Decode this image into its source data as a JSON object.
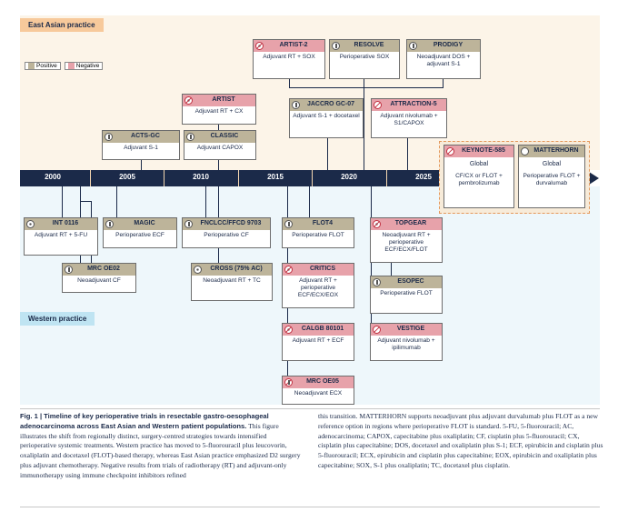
{
  "regions": {
    "east": "East Asian practice",
    "west": "Western practice"
  },
  "legend": {
    "positive": "Positive",
    "negative": "Negative"
  },
  "colors": {
    "positive": "#bdb49a",
    "negative": "#e7a2aa",
    "timeline": "#1b2a49",
    "global": "#f7ebd9"
  },
  "years": [
    "2000",
    "2005",
    "2010",
    "2015",
    "2020",
    "2025"
  ],
  "east_trials": {
    "artist2": {
      "title": "ARTIST-2",
      "body": "Adjuvant RT + SOX",
      "result": "negative",
      "icon": "radiation-icon"
    },
    "resolve": {
      "title": "RESOLVE",
      "body": "Perioperative SOX",
      "result": "positive",
      "icon": "chemo-icon"
    },
    "prodigy": {
      "title": "PRODIGY",
      "body": "Neoadjuvant DOS + adjuvant S-1",
      "result": "positive",
      "icon": "chemo-icon"
    },
    "artist": {
      "title": "ARTIST",
      "body": "Adjuvant RT + CX",
      "result": "negative",
      "icon": "radiation-icon"
    },
    "jaccro": {
      "title": "JACCRO GC-07",
      "body": "Adjuvant S-1 + docetaxel",
      "result": "positive",
      "icon": "chemo-icon"
    },
    "attraction5": {
      "title": "ATTRACTION-5",
      "body": "Adjuvant nivolumab + S1/CAPOX",
      "result": "negative",
      "icon": "immunotherapy-icon"
    },
    "actsgc": {
      "title": "ACTS-GC",
      "body": "Adjuvant S-1",
      "result": "positive",
      "icon": "chemo-icon"
    },
    "classic": {
      "title": "CLASSIC",
      "body": "Adjuvant CAPOX",
      "result": "positive",
      "icon": "chemo-icon"
    }
  },
  "global_trials": {
    "keynote585": {
      "title": "KEYNOTE-585",
      "line1": "Global",
      "line2": "CF/CX or FLOT + pembrolizumab",
      "result": "negative",
      "icon": "immunotherapy-icon"
    },
    "matterhorn": {
      "title": "MATTERHORN",
      "line1": "Global",
      "line2": "Perioperative FLOT + durvalumab",
      "result": "positive",
      "icon": "immunotherapy-icon"
    }
  },
  "west_trials": {
    "int0116": {
      "title": "INT 0116",
      "body": "Adjuvant RT + 5-FU",
      "result": "positive",
      "icon": "radiation-icon"
    },
    "magic": {
      "title": "MAGIC",
      "body": "Perioperative ECF",
      "result": "positive",
      "icon": "chemo-icon"
    },
    "fnclcc": {
      "title": "FNCLCC/FFCD 9703",
      "body": "Perioperative CF",
      "result": "positive",
      "icon": "chemo-icon"
    },
    "flot4": {
      "title": "FLOT4",
      "body": "Perioperative FLOT",
      "result": "positive",
      "icon": "chemo-icon"
    },
    "topgear": {
      "title": "TOPGEAR",
      "body": "Neoadjuvant RT + perioperative ECF/ECX/FLOT",
      "result": "negative",
      "icon": "radiation-icon"
    },
    "mrcoe02": {
      "title": "MRC OE02",
      "body": "Neoadjuvant CF",
      "result": "positive",
      "icon": "chemo-icon"
    },
    "cross": {
      "title": "CROSS (75% AC)",
      "body": "Neoadjuvant RT + TC",
      "result": "positive",
      "icon": "radiation-icon"
    },
    "critics": {
      "title": "CRITICS",
      "body": "Adjuvant RT + perioperative ECF/ECX/EOX",
      "result": "negative",
      "icon": "radiation-icon"
    },
    "esopec": {
      "title": "ESOPEC",
      "body": "Perioperative FLOT",
      "result": "positive",
      "icon": "chemo-icon"
    },
    "calgb": {
      "title": "CALGB 80101",
      "body": "Adjuvant RT + ECF",
      "result": "negative",
      "icon": "radiation-icon"
    },
    "vestige": {
      "title": "VESTIGE",
      "body": "Adjuvant nivolumab + ipilimumab",
      "result": "negative",
      "icon": "immunotherapy-icon"
    },
    "mrcoe05": {
      "title": "MRC OE05",
      "body": "Neoadjuvant ECX",
      "result": "negative",
      "icon": "chemo-icon"
    }
  },
  "caption": {
    "title": "Fig. 1 | Timeline of key perioperative trials in resectable gastro-oesophageal adenocarcinoma across East Asian and Western patient populations.",
    "left": "This figure illustrates the shift from regionally distinct, surgery-centred strategies towards intensified perioperative systemic treatments. Western practice has moved to 5-fluorouracil plus leucovorin, oxaliplatin and docetaxel (FLOT)-based therapy, whereas East Asian practice emphasized D2 surgery plus adjuvant chemotherapy. Negative results from trials of radiotherapy (RT) and adjuvant-only immunotherapy using immune checkpoint inhibitors refined",
    "right": "this transition. MATTERHORN supports neoadjuvant plus adjuvant durvalumab plus FLOT as a new reference option in regions where perioperative FLOT is standard. 5-FU, 5-fluorouracil; AC, adenocarcinoma; CAPOX, capecitabine plus oxaliplatin; CF, cisplatin plus 5-fluorouracil; CX, cisplatin plus capecitabine; DOS, docetaxel and oxaliplatin plus S-1; ECF, epirubicin and cisplatin plus 5-fluorouracil; ECX, epirubicin and cisplatin plus capecitabine; EOX, epirubicin and oxaliplatin plus capecitabine; SOX, S-1 plus oxaliplatin; TC, docetaxel plus cisplatin."
  }
}
